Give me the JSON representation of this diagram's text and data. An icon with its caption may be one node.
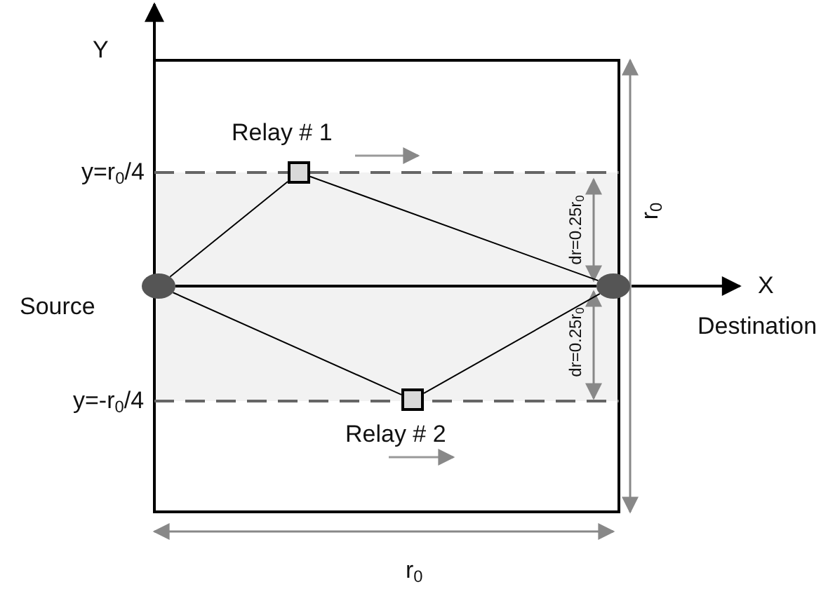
{
  "diagram": {
    "nodes": [
      {
        "text": [
          "Source"
        ]
      },
      {
        "text": [
          "Relay # 1"
        ]
      },
      {
        "text": [
          "Relay # 2"
        ]
      },
      {
        "text": [
          "Destination"
        ]
      }
    ],
    "edges": [
      {
        "from": 0,
        "to": 1,
        "arrow": "none"
      },
      {
        "from": 1,
        "to": 3,
        "arrow": "none"
      },
      {
        "from": 0,
        "to": 3,
        "arrow": "none"
      },
      {
        "from": 0,
        "to": 2,
        "arrow": "none"
      },
      {
        "from": 2,
        "to": 3,
        "arrow": "none"
      }
    ],
    "labels": [
      "Y",
      "y=r$_{0}$/4",
      "dr=0.25r$_{0}$",
      "r$_{0}$",
      "X",
      "dr=0.25r$_{0}$",
      "y=-r$_{0}$/4",
      "r$_{0}$"
    ]
  }
}
